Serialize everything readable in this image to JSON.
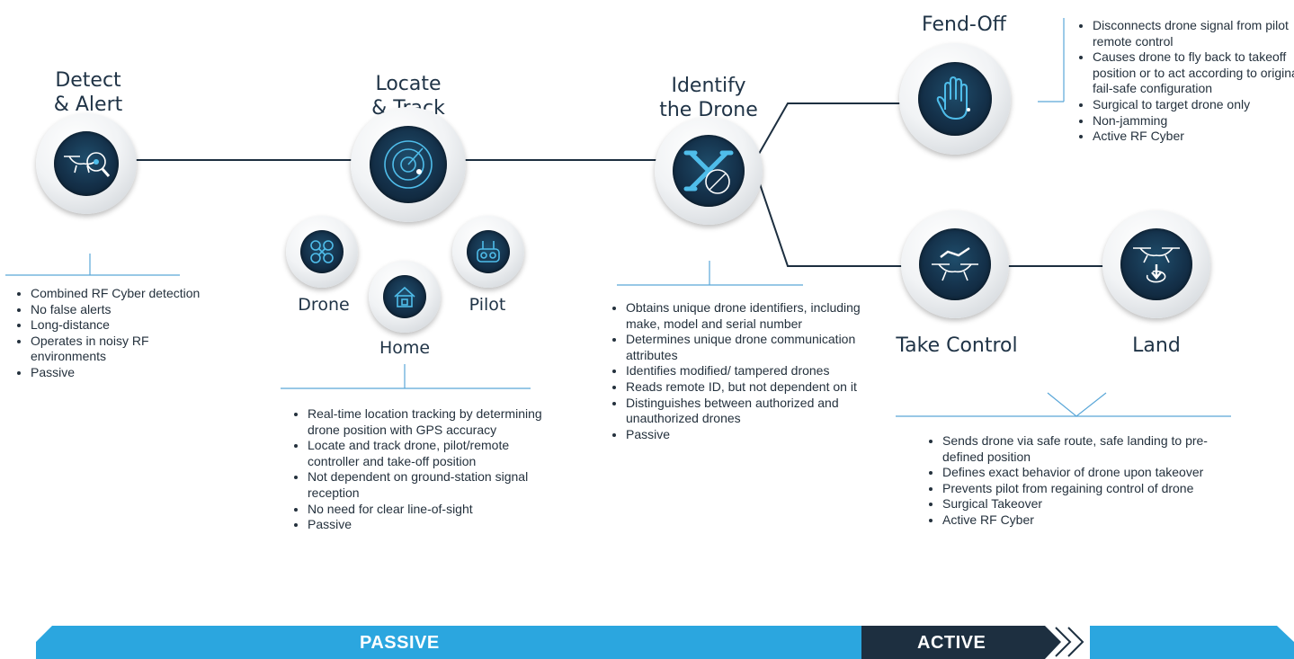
{
  "colors": {
    "navy": "#1d2f40",
    "accent": "#2ba6df",
    "line_blue": "#5aa7d8",
    "icon_blue": "#4fbdea"
  },
  "stages": {
    "detect": {
      "title": "Detect\n& Alert",
      "icon": "drone-magnifier-icon",
      "bullets": [
        "Combined RF Cyber detection",
        "No false alerts",
        "Long-distance",
        "Operates in noisy RF environments",
        "Passive"
      ]
    },
    "locate": {
      "title": "Locate\n& Track",
      "icon": "radar-icon",
      "sub": {
        "drone": "Drone",
        "home": "Home",
        "pilot": "Pilot"
      },
      "sub_icons": [
        "drone-icon",
        "home-icon",
        "remote-controller-icon"
      ],
      "bullets": [
        "Real-time location tracking by determining drone position with GPS accuracy",
        "Locate and track drone, pilot/remote controller and take-off position",
        "Not dependent on ground-station signal reception",
        "No need for clear line-of-sight",
        "Passive"
      ]
    },
    "identify": {
      "title": "Identify\nthe Drone",
      "icon": "drone-identify-icon",
      "bullets": [
        "Obtains unique drone identifiers, including make, model and serial number",
        "Determines unique drone communication attributes",
        "Identifies modified/ tampered drones",
        "Reads remote ID, but not dependent on it",
        "Distinguishes between authorized and unauthorized drones",
        "Passive"
      ]
    },
    "fendoff": {
      "title": "Fend-Off",
      "icon": "hand-stop-icon",
      "bullets": [
        "Disconnects drone signal from pilot remote control",
        "Causes drone to fly back to takeoff position or to act according to original fail-safe configuration",
        "Surgical to target drone only",
        "Non-jamming",
        "Active RF Cyber"
      ]
    },
    "takecontrol": {
      "title": "Take Control",
      "icon": "drone-takeover-icon"
    },
    "land": {
      "title": "Land",
      "icon": "drone-landing-icon",
      "bullets": [
        "Sends drone via safe route, safe landing to pre-defined position",
        "Defines exact behavior of drone upon takeover",
        "Prevents pilot from regaining control of drone",
        "Surgical Takeover",
        "Active RF Cyber"
      ]
    }
  },
  "bar": {
    "passive": "PASSIVE",
    "active": "ACTIVE"
  }
}
